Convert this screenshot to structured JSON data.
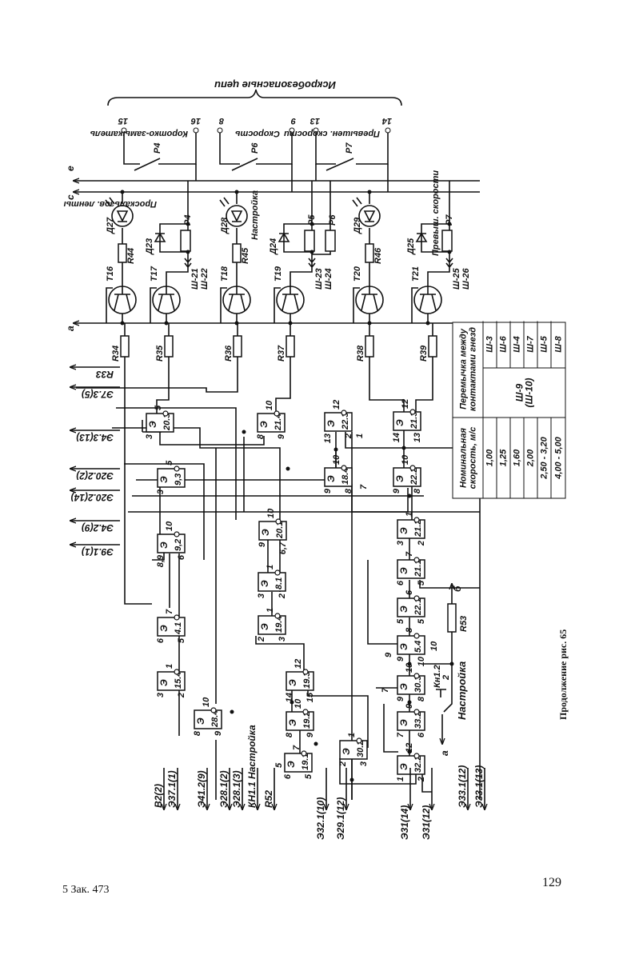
{
  "page": {
    "caption": "Продолжение рис. 65",
    "footer_left": "5 Зак. 473",
    "page_number": "129"
  },
  "diagram": {
    "bracket_title": "Искробезопасные цепи",
    "contacts": [
      {
        "relay": "Р4",
        "label": "Коротко-замыкатель",
        "pins": [
          "15",
          "16"
        ]
      },
      {
        "relay": "Р6",
        "label": "Скорость",
        "pins": [
          "8",
          "9"
        ]
      },
      {
        "relay": "Р7",
        "label": "Превышен. скорости",
        "pins": [
          "13",
          "14"
        ]
      }
    ],
    "buses": {
      "a": "а",
      "c": "с",
      "e": "е"
    },
    "transistors": [
      "Т16",
      "Т17",
      "Т18",
      "Т19",
      "Т20",
      "Т21"
    ],
    "base_resistors": [
      "R34",
      "R35",
      "R36",
      "R37",
      "R38",
      "R39"
    ],
    "led_resistors": [
      "R44",
      "R45",
      "R46"
    ],
    "leds": [
      {
        "name": "Д27",
        "label": "Проскальзов. ленты"
      },
      {
        "name": "Д28",
        "label": "Настройка"
      },
      {
        "name": "Д29",
        "label": "Превыш. скорости"
      }
    ],
    "diodes": [
      "Д23",
      "Д24",
      "Д25"
    ],
    "relays": [
      "Р4",
      "Р5",
      "Р6",
      "Р7"
    ],
    "connectors": [
      "Ш-21",
      "Ш-22",
      "Ш-23",
      "Ш-24",
      "Ш-25",
      "Ш-26"
    ],
    "logic_blocks": [
      {
        "type": "Э",
        "id": "20.3",
        "pins": [
          "5",
          "3",
          ""
        ]
      },
      {
        "type": "Э",
        "id": "21.4",
        "pins": [
          "10",
          "8",
          "9"
        ]
      },
      {
        "type": "Э",
        "id": "22.3",
        "pins": [
          "12",
          "13",
          "2"
        ]
      },
      {
        "type": "Э",
        "id": "21.3",
        "pins": [
          "12",
          "14",
          "13"
        ]
      },
      {
        "type": "Э",
        "id": "9,3",
        "pins": [
          "5",
          "3",
          ""
        ]
      },
      {
        "type": "Э",
        "id": "18.4",
        "pins": [
          "10",
          "9",
          "8"
        ]
      },
      {
        "type": "Э",
        "id": "22.2",
        "pins": [
          "10",
          "9",
          "8"
        ]
      },
      {
        "type": "Э",
        "id": "9,2",
        "pins": [
          "10",
          "8,9",
          "6"
        ]
      },
      {
        "type": "Э",
        "id": "20.1",
        "pins": [
          "10",
          "9",
          "6,7"
        ]
      },
      {
        "type": "Э",
        "id": "21.2",
        "pins": [
          "1",
          "3",
          "2"
        ]
      },
      {
        "type": "Э",
        "id": "21.1",
        "pins": [
          "7",
          "6",
          "5"
        ]
      },
      {
        "type": "Э",
        "id": "8.1",
        "pins": [
          "1",
          "3",
          "2"
        ]
      },
      {
        "type": "Э",
        "id": "22.1",
        "pins": [
          "6",
          "5",
          "5"
        ]
      },
      {
        "type": "Э",
        "id": "4.1",
        "pins": [
          "7",
          "6",
          "5"
        ]
      },
      {
        "type": "Э",
        "id": "19.4",
        "pins": [
          "1",
          "2",
          "3"
        ]
      },
      {
        "type": "Э",
        "id": "5.4",
        "pins": [
          "8",
          "9",
          "10"
        ]
      },
      {
        "type": "Э",
        "id": "15.4",
        "pins": [
          "1",
          "3",
          "2"
        ]
      },
      {
        "type": "Э",
        "id": "19.3",
        "pins": [
          "12",
          "14",
          "15"
        ]
      },
      {
        "type": "Э",
        "id": "30.3",
        "pins": [
          "10",
          "9",
          "8"
        ]
      },
      {
        "type": "Э",
        "id": "28.4",
        "pins": [
          "10",
          "8",
          "9"
        ]
      },
      {
        "type": "Э",
        "id": "19.2",
        "pins": [
          "10",
          "8",
          "9"
        ]
      },
      {
        "type": "Э",
        "id": "33.2",
        "pins": [
          "9",
          "7",
          "6"
        ]
      },
      {
        "type": "Э",
        "id": "30.2",
        "pins": [
          "1",
          "2",
          "3"
        ]
      },
      {
        "type": "Э",
        "id": "19.1",
        "pins": [
          "7",
          "6",
          "5"
        ]
      },
      {
        "type": "Э",
        "id": "32.2",
        "pins": [
          "12",
          "1",
          "2"
        ]
      }
    ],
    "extra_pins": [
      "1",
      "7",
      "7",
      "5"
    ],
    "left_outputs": [
      "R33",
      "Э7.3(5)",
      "Э4.3(13)",
      "Э20.2(2)",
      "Э20.2(14)",
      "Э4.2(9)",
      "Э9.1(1)"
    ],
    "bottom_outputs": [
      "В2(2)",
      "Э37.1(1)",
      "Э41.2(9)",
      "Э28.1(2)",
      "Э28.1(3)",
      "КН1.1 Настройка",
      "R52",
      "Э32.1(10)",
      "Э29.1(12)",
      "Э31(14)",
      "Э31(12)",
      "Э33.1(12)",
      "Э33.1(13)"
    ],
    "tuning": {
      "resistor": "R53",
      "button": "Кн1.2",
      "pin_2": "2",
      "pin_10": "10",
      "pin_9": "9",
      "label": "Настройка",
      "arrow_top": "б",
      "arrow_bottom": "а"
    }
  },
  "table": {
    "headers": [
      "Номинальная скорость, м/с",
      "Перемычка между контактами гнезд"
    ],
    "rows": [
      {
        "speed": "1,00",
        "jumper": "Ш-3"
      },
      {
        "speed": "1,25",
        "jumper": "Ш-6"
      },
      {
        "speed": "1,60",
        "jumper": "Ш-4"
      },
      {
        "speed": "2,00",
        "jumper": "Ш-7"
      },
      {
        "speed": "2,50 - 3,20",
        "jumper": "Ш-5"
      },
      {
        "speed": "4,00 - 5,00",
        "jumper": "Ш-8"
      }
    ],
    "common_jumper": "Ш-9 (Ш-10)"
  }
}
